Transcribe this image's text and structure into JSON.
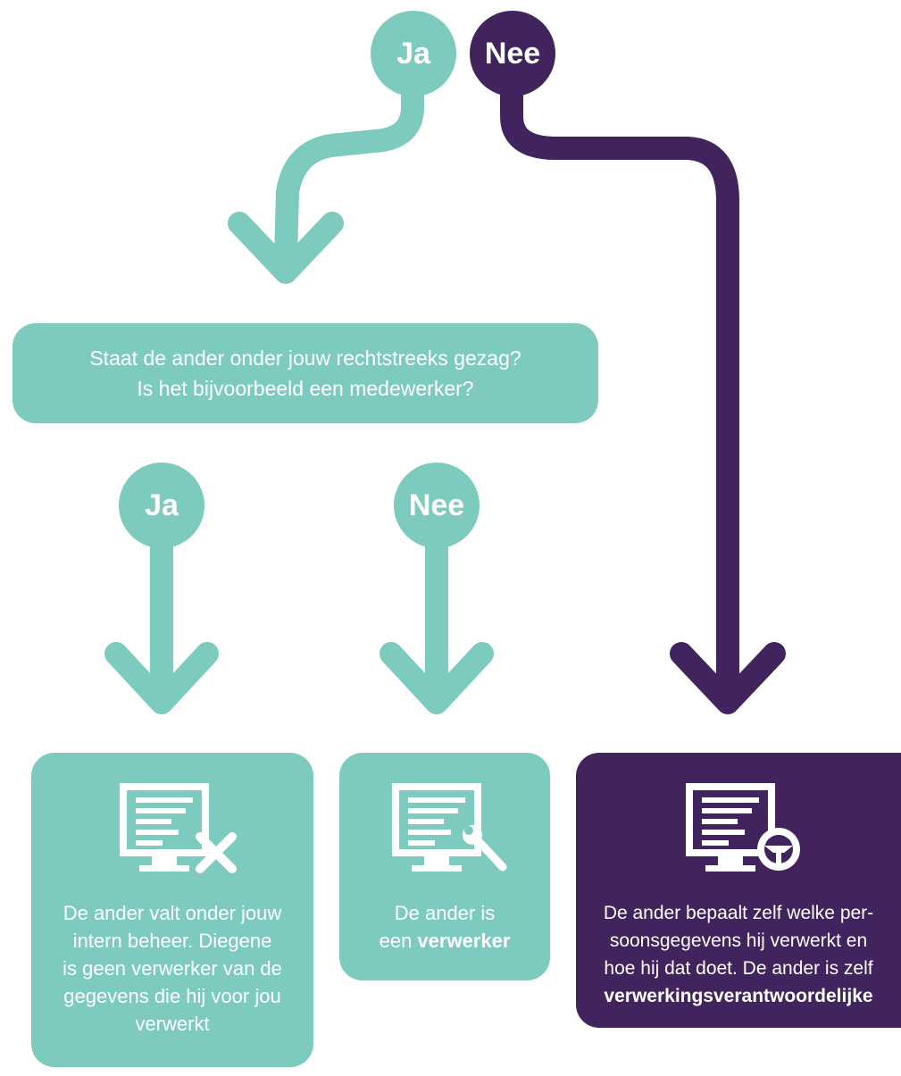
{
  "colors": {
    "teal": "#7ccbbe",
    "purple": "#41245d"
  },
  "top": {
    "ja_label": "Ja",
    "nee_label": "Nee"
  },
  "question": {
    "line1": "Staat de ander onder jouw rechtstreeks gezag?",
    "line2": "Is het bijvoorbeeld een medewerker?"
  },
  "second": {
    "ja_label": "Ja",
    "nee_label": "Nee"
  },
  "results": {
    "intern": {
      "icon": "monitor-with-x-icon",
      "line1": "De ander valt onder jouw",
      "line2": "intern beheer. Diegene",
      "line3": "is geen verwerker van de",
      "line4": "gegevens die hij voor jou",
      "line5": "verwerkt"
    },
    "verwerker": {
      "icon": "monitor-with-wrench-icon",
      "line1": "De ander is",
      "line2_prefix": "een ",
      "line2_bold": "verwerker"
    },
    "verantwoordelijke": {
      "icon": "monitor-with-steering-wheel-icon",
      "line1": "De ander bepaalt zelf welke per-",
      "line2": "soonsgegevens hij verwerkt en",
      "line3": "hoe hij dat doet. De ander is zelf",
      "line4_bold": "verwerkingsverantwoordelijke"
    }
  }
}
